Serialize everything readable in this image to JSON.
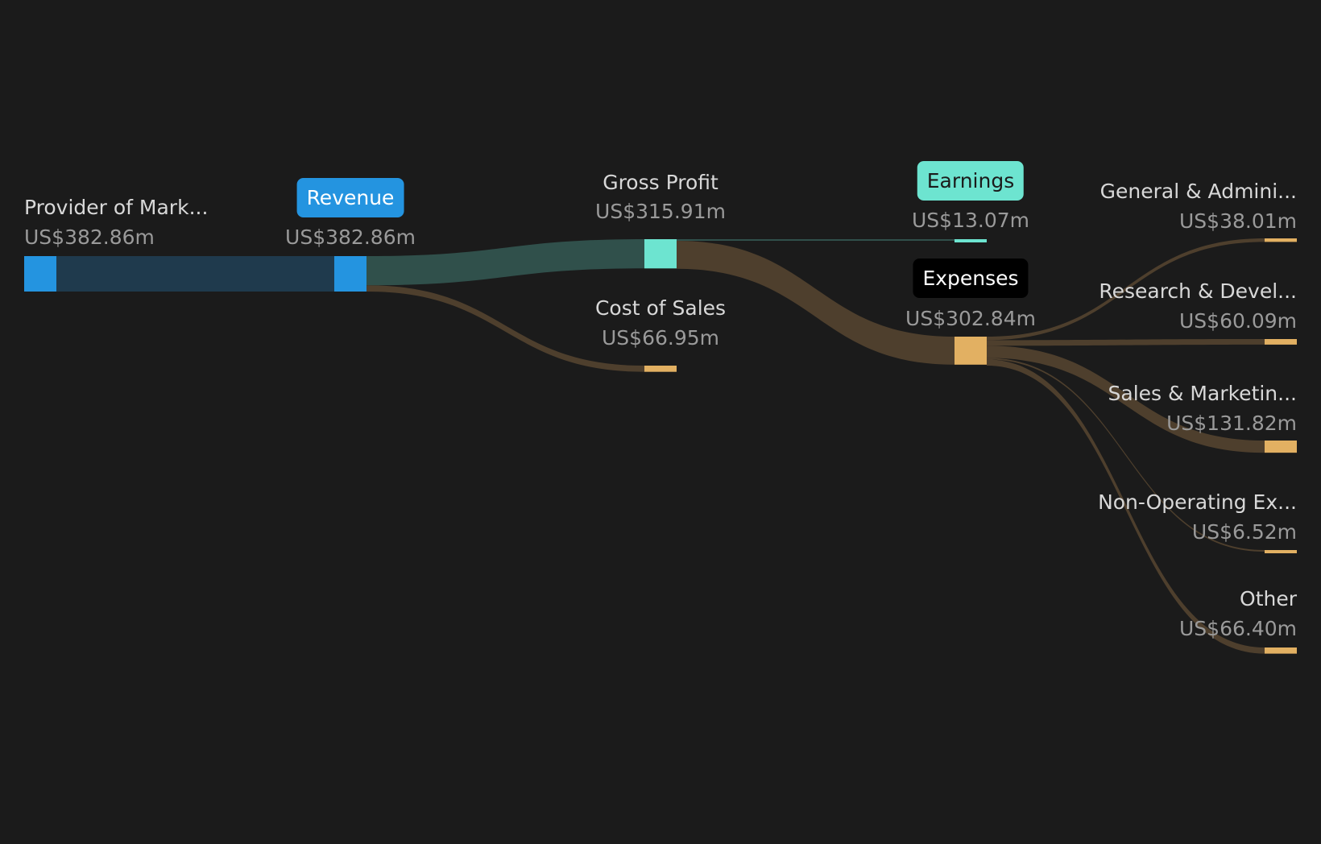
{
  "colors": {
    "background": "#1b1b1b",
    "revenue": "#2494e0",
    "revenue_link": "#1f3a4d",
    "profit": "#6de4d0",
    "profit_link": "#30504b",
    "expense": "#e2b062",
    "expense_link": "#4e3f2d"
  },
  "chart_data": {
    "type": "sankey",
    "units": "US$ millions",
    "nodes": [
      {
        "id": "provider",
        "name": "Provider of Mark...",
        "value_label": "US$382.86m",
        "value": 382.86
      },
      {
        "id": "revenue",
        "name": "Revenue",
        "value_label": "US$382.86m",
        "value": 382.86
      },
      {
        "id": "gross_profit",
        "name": "Gross Profit",
        "value_label": "US$315.91m",
        "value": 315.91
      },
      {
        "id": "cost_of_sales",
        "name": "Cost of Sales",
        "value_label": "US$66.95m",
        "value": 66.95
      },
      {
        "id": "earnings",
        "name": "Earnings",
        "value_label": "US$13.07m",
        "value": 13.07
      },
      {
        "id": "expenses",
        "name": "Expenses",
        "value_label": "US$302.84m",
        "value": 302.84
      },
      {
        "id": "ga",
        "name": "General & Admini...",
        "value_label": "US$38.01m",
        "value": 38.01
      },
      {
        "id": "rd",
        "name": "Research & Devel...",
        "value_label": "US$60.09m",
        "value": 60.09
      },
      {
        "id": "sm",
        "name": "Sales & Marketin...",
        "value_label": "US$131.82m",
        "value": 131.82
      },
      {
        "id": "nonop",
        "name": "Non-Operating Ex...",
        "value_label": "US$6.52m",
        "value": 6.52
      },
      {
        "id": "other",
        "name": "Other",
        "value_label": "US$66.40m",
        "value": 66.4
      }
    ],
    "links": [
      {
        "source": "provider",
        "target": "revenue",
        "value": 382.86
      },
      {
        "source": "revenue",
        "target": "gross_profit",
        "value": 315.91
      },
      {
        "source": "revenue",
        "target": "cost_of_sales",
        "value": 66.95
      },
      {
        "source": "gross_profit",
        "target": "earnings",
        "value": 13.07
      },
      {
        "source": "gross_profit",
        "target": "expenses",
        "value": 302.84
      },
      {
        "source": "expenses",
        "target": "ga",
        "value": 38.01
      },
      {
        "source": "expenses",
        "target": "rd",
        "value": 60.09
      },
      {
        "source": "expenses",
        "target": "sm",
        "value": 131.82
      },
      {
        "source": "expenses",
        "target": "nonop",
        "value": 6.52
      },
      {
        "source": "expenses",
        "target": "other",
        "value": 66.4
      }
    ]
  }
}
